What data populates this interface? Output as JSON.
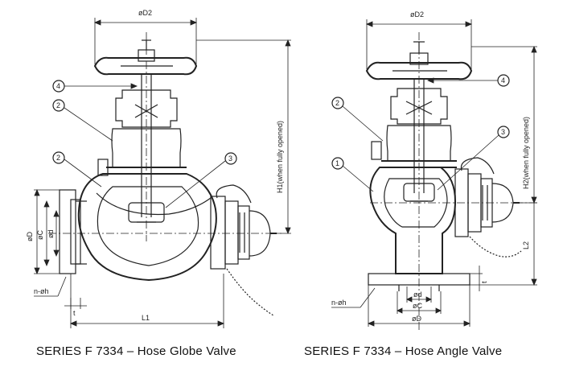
{
  "globe": {
    "dim_d2": "øD2",
    "dim_h1": "H1(when fully opened)",
    "dim_d": "øD",
    "dim_c": "øC",
    "dim_dd": "ød",
    "dim_l1": "L1",
    "dim_t": "t",
    "dim_nh": "n-øh",
    "callouts": [
      "4",
      "2",
      "2",
      "3"
    ],
    "caption": "SERIES F 7334 – Hose Globe Valve"
  },
  "angle": {
    "dim_d2": "øD2",
    "dim_h2": "H2(when fully opened)",
    "dim_l2": "L2",
    "dim_t": "t",
    "dim_dd": "ød",
    "dim_c": "øC",
    "dim_d": "øD",
    "dim_nh": "n-øh",
    "callouts": [
      "2",
      "1",
      "3",
      "4"
    ],
    "caption": "SERIES F 7334 – Hose Angle Valve"
  },
  "colors": {
    "line": "#222222",
    "background": "#ffffff"
  }
}
